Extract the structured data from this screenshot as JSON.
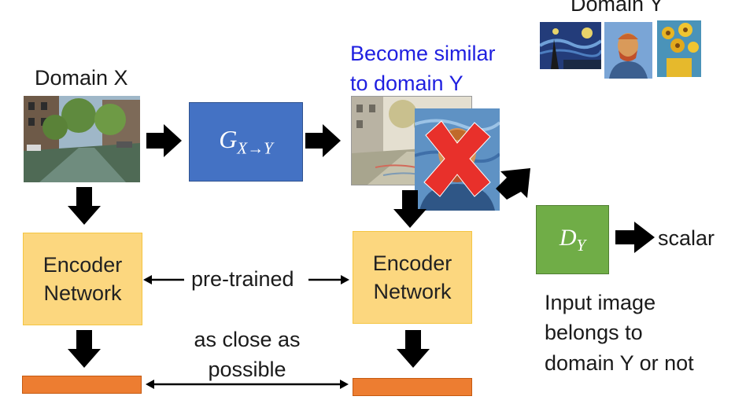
{
  "domain_x_label": "Domain X",
  "domain_y_label": "Domain Y",
  "generator": {
    "symbol": "G",
    "subscript": "X→Y"
  },
  "discriminator": {
    "symbol": "D",
    "subscript": "Y"
  },
  "become_similar": [
    "Become similar",
    "to domain Y"
  ],
  "encoder_left": [
    "Encoder",
    "Network"
  ],
  "encoder_right": [
    "Encoder",
    "Network"
  ],
  "pretrained_label": "pre-trained",
  "close_label": [
    "as close as",
    "possible"
  ],
  "scalar_label": "scalar",
  "discriminator_note": [
    "Input image",
    "belongs to",
    "domain Y or not"
  ],
  "colors": {
    "generator": "#4472c4",
    "discriminator": "#70ad47",
    "encoder": "#fcd77f",
    "feature_bar": "#ed7d31",
    "highlight_text": "#1f1fe0",
    "cross": "#e8302b"
  },
  "images": [
    "canal-photo",
    "starry-night",
    "van-gogh-portrait",
    "sunflowers",
    "stylized-canal",
    "crossed-out-portrait"
  ]
}
